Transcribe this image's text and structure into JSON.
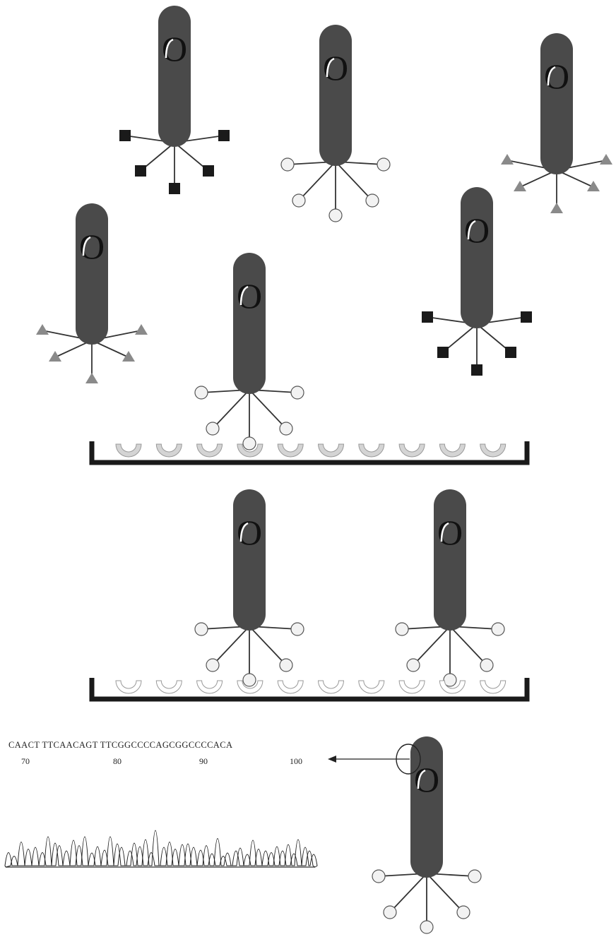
{
  "genome_marker": "O",
  "colors": {
    "phage_body": "#4a4a4a",
    "plate": "#1a1a1a",
    "square_ligand": "#1a1a1a",
    "triangle_ligand": "#8a8a8a",
    "circle_ligand_fill": "#f2f2f2",
    "well_fill": "#d4d4d4",
    "well_empty_fill": "#ffffff"
  },
  "phages": [
    {
      "id": "free-square-1",
      "ligand": "square",
      "bound": false
    },
    {
      "id": "free-circle-1",
      "ligand": "circle",
      "bound": false
    },
    {
      "id": "free-triangle-1",
      "ligand": "triangle",
      "bound": false
    },
    {
      "id": "free-triangle-2",
      "ligand": "triangle",
      "bound": false
    },
    {
      "id": "bound-circle-1",
      "ligand": "circle",
      "bound": true
    },
    {
      "id": "free-square-2",
      "ligand": "square",
      "bound": false
    },
    {
      "id": "eluted-circle-1",
      "ligand": "circle",
      "bound": true
    },
    {
      "id": "eluted-circle-2",
      "ligand": "circle",
      "bound": true
    },
    {
      "id": "sequenced-circle",
      "ligand": "circle",
      "bound": false
    }
  ],
  "plates": [
    {
      "id": "binding-plate",
      "wells": 10,
      "filled_wells": true
    },
    {
      "id": "washed-plate",
      "wells": 10,
      "filled_wells": false
    }
  ],
  "sequencing": {
    "sequence": "CAACT TTCAACAGT TTCGGCCCCAGCGGCCCCACA",
    "positions": [
      "70",
      "80",
      "90",
      "100"
    ]
  },
  "arrow": {
    "direction": "left"
  }
}
